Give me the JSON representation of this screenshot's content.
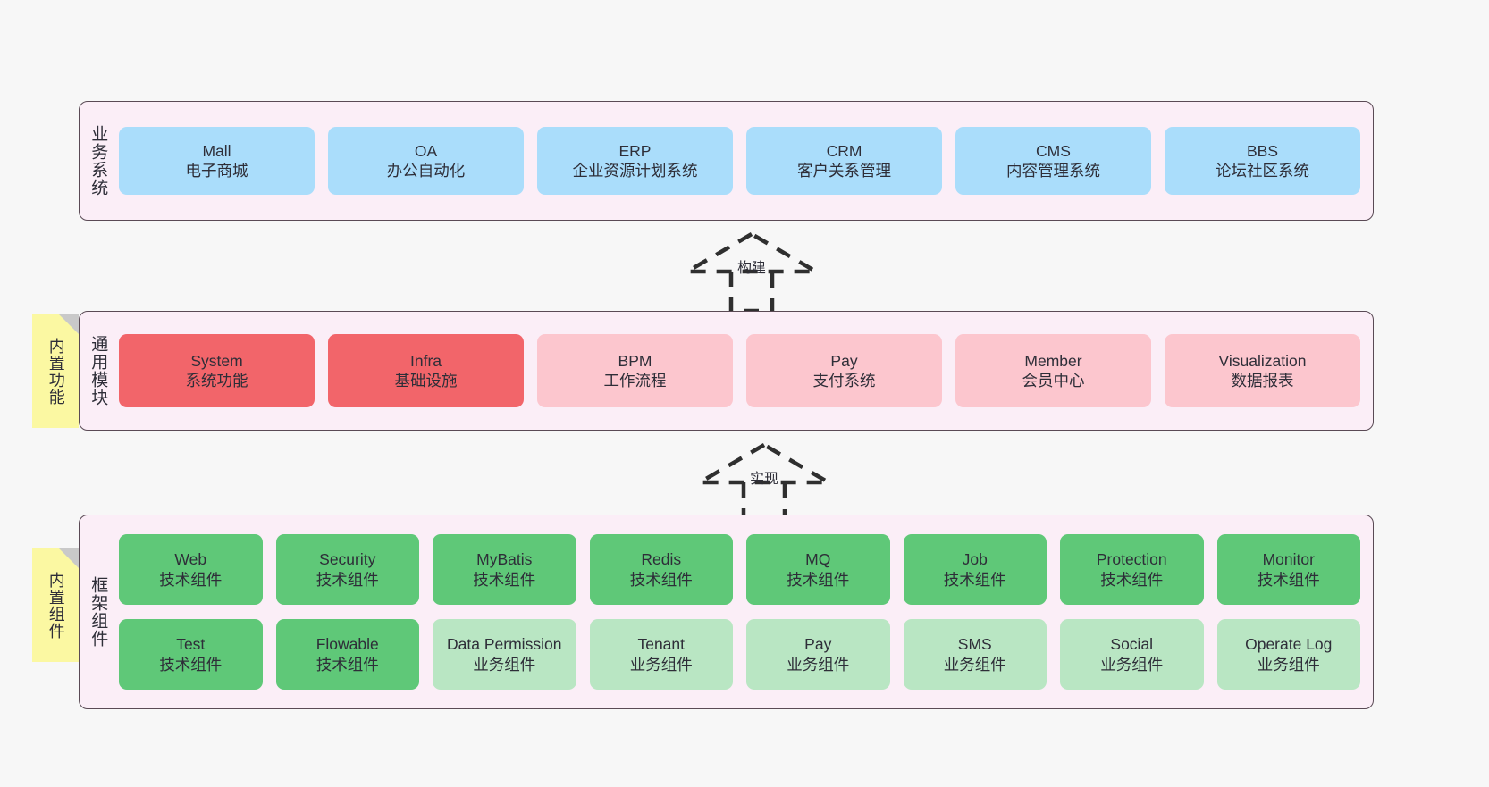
{
  "colors": {
    "panel_bg": "#fbeef7",
    "panel_border": "#5a4a55",
    "business_cell": "#aaddfb",
    "module_strong": "#f2656a",
    "module_soft": "#fcc6ce",
    "framework_tech": "#5fc878",
    "framework_biz": "#b9e6c3",
    "sticky": "#fbf8a2",
    "sticky_fold": "#c9c9c9",
    "text": "#2e2e38"
  },
  "business": {
    "title": "业务系统",
    "cells": [
      {
        "en": "Mall",
        "cn": "电子商城"
      },
      {
        "en": "OA",
        "cn": "办公自动化"
      },
      {
        "en": "ERP",
        "cn": "企业资源计划系统"
      },
      {
        "en": "CRM",
        "cn": "客户关系管理"
      },
      {
        "en": "CMS",
        "cn": "内容管理系统"
      },
      {
        "en": "BBS",
        "cn": "论坛社区系统"
      }
    ]
  },
  "connector_build": {
    "label": "构建"
  },
  "modules": {
    "title": "通用模块",
    "sticky": "内置功能",
    "cells": [
      {
        "en": "System",
        "cn": "系统功能",
        "tone": "strong"
      },
      {
        "en": "Infra",
        "cn": "基础设施",
        "tone": "strong"
      },
      {
        "en": "BPM",
        "cn": "工作流程",
        "tone": "soft"
      },
      {
        "en": "Pay",
        "cn": "支付系统",
        "tone": "soft"
      },
      {
        "en": "Member",
        "cn": "会员中心",
        "tone": "soft"
      },
      {
        "en": "Visualization",
        "cn": "数据报表",
        "tone": "soft"
      }
    ]
  },
  "connector_impl": {
    "label": "实现"
  },
  "framework": {
    "title": "框架组件",
    "sticky": "内置组件",
    "row1": [
      {
        "en": "Web",
        "cn": "技术组件",
        "tone": "tech"
      },
      {
        "en": "Security",
        "cn": "技术组件",
        "tone": "tech"
      },
      {
        "en": "MyBatis",
        "cn": "技术组件",
        "tone": "tech"
      },
      {
        "en": "Redis",
        "cn": "技术组件",
        "tone": "tech"
      },
      {
        "en": "MQ",
        "cn": "技术组件",
        "tone": "tech"
      },
      {
        "en": "Job",
        "cn": "技术组件",
        "tone": "tech"
      },
      {
        "en": "Protection",
        "cn": "技术组件",
        "tone": "tech"
      },
      {
        "en": "Monitor",
        "cn": "技术组件",
        "tone": "tech"
      }
    ],
    "row2": [
      {
        "en": "Test",
        "cn": "技术组件",
        "tone": "tech"
      },
      {
        "en": "Flowable",
        "cn": "技术组件",
        "tone": "tech"
      },
      {
        "en": "Data Permission",
        "cn": "业务组件",
        "tone": "biz",
        "wrap": true
      },
      {
        "en": "Tenant",
        "cn": "业务组件",
        "tone": "biz"
      },
      {
        "en": "Pay",
        "cn": "业务组件",
        "tone": "biz"
      },
      {
        "en": "SMS",
        "cn": "业务组件",
        "tone": "biz"
      },
      {
        "en": "Social",
        "cn": "业务组件",
        "tone": "biz"
      },
      {
        "en": "Operate Log",
        "cn": "业务组件",
        "tone": "biz"
      }
    ]
  }
}
